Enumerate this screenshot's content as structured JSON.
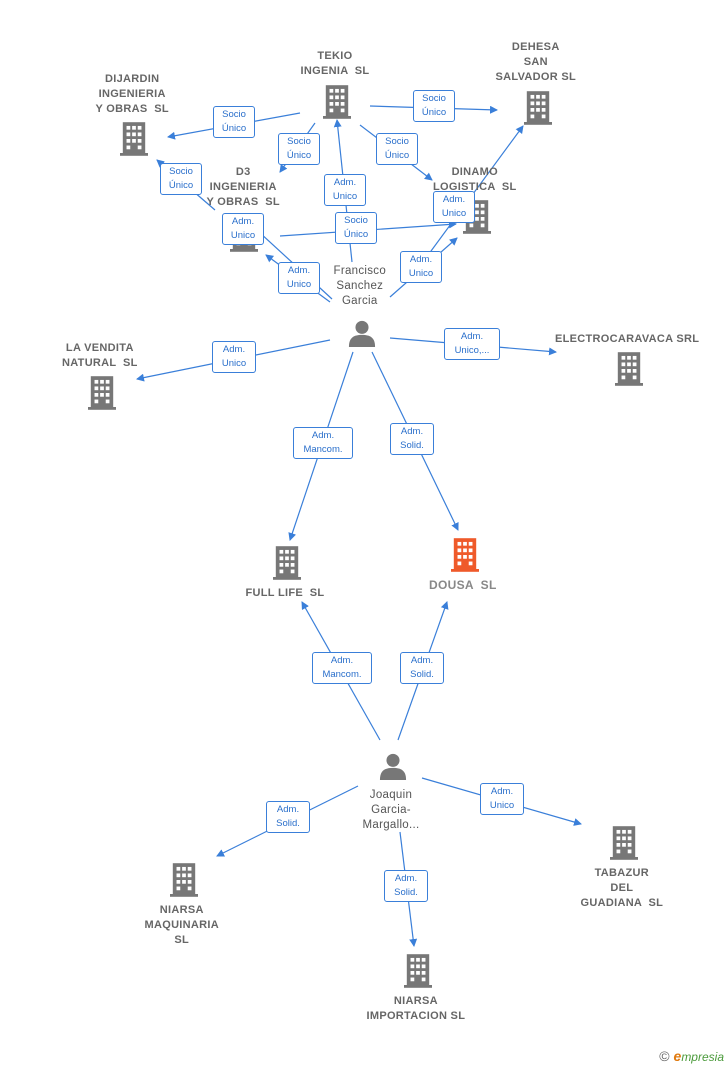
{
  "colors": {
    "company": "#777777",
    "focus": "#ef5a2a",
    "person": "#777777",
    "edge": "#3a7fd9"
  },
  "nodes": [
    {
      "id": "tekio",
      "type": "company",
      "label": "TEKIO\nINGENIA  SL"
    },
    {
      "id": "dehesa",
      "type": "company",
      "label": "DEHESA\nSAN\nSALVADOR SL"
    },
    {
      "id": "dijardin",
      "type": "company",
      "label": "DIJARDIN\nINGENIERIA\nY OBRAS  SL"
    },
    {
      "id": "d3",
      "type": "company",
      "label": "D3\nINGENIERIA\nY OBRAS  SL"
    },
    {
      "id": "dinamo",
      "type": "company",
      "label": "DINAMO\nLOGISTICA  SL"
    },
    {
      "id": "francisco",
      "type": "person",
      "label": "Francisco\nSanchez\nGarcia"
    },
    {
      "id": "vendita",
      "type": "company",
      "label": "LA VENDITA\nNATURAL  SL"
    },
    {
      "id": "electro",
      "type": "company",
      "label": "ELECTROCARAVACA SRL"
    },
    {
      "id": "fulllife",
      "type": "company",
      "label": "FULL LIFE  SL"
    },
    {
      "id": "dousa",
      "type": "focus",
      "label": "DOUSA  SL"
    },
    {
      "id": "joaquin",
      "type": "person",
      "label": "Joaquin\nGarcia-\nMargallo..."
    },
    {
      "id": "niarsa_maq",
      "type": "company",
      "label": "NIARSA\nMAQUINARIA\nSL"
    },
    {
      "id": "niarsa_imp",
      "type": "company",
      "label": "NIARSA\nIMPORTACION SL"
    },
    {
      "id": "tabazur",
      "type": "company",
      "label": "TABAZUR\nDEL\nGUADIANA  SL"
    }
  ],
  "edges": [
    {
      "id": "e1",
      "label": "Socio\nÚnico"
    },
    {
      "id": "e2",
      "label": "Socio\nÚnico"
    },
    {
      "id": "e3",
      "label": "Socio\nÚnico"
    },
    {
      "id": "e4",
      "label": "Socio\nÚnico"
    },
    {
      "id": "e5",
      "label": "Socio\nÚnico"
    },
    {
      "id": "e6",
      "label": "Adm.\nUnico"
    },
    {
      "id": "e7",
      "label": "Adm.\nUnico"
    },
    {
      "id": "e8",
      "label": "Socio\nÚnico"
    },
    {
      "id": "e9",
      "label": "Adm.\nUnico"
    },
    {
      "id": "e10",
      "label": "Adm.\nUnico"
    },
    {
      "id": "e11",
      "label": "Adm.\nUnico"
    },
    {
      "id": "e12",
      "label": "Adm.\nUnico"
    },
    {
      "id": "e13",
      "label": "Adm.\nUnico,..."
    },
    {
      "id": "e14",
      "label": "Adm.\nMancom."
    },
    {
      "id": "e15",
      "label": "Adm.\nSolid."
    },
    {
      "id": "e16",
      "label": "Adm.\nMancom."
    },
    {
      "id": "e17",
      "label": "Adm.\nSolid."
    },
    {
      "id": "e18",
      "label": "Adm.\nSolid."
    },
    {
      "id": "e19",
      "label": "Adm.\nSolid."
    },
    {
      "id": "e20",
      "label": "Adm.\nUnico"
    }
  ],
  "footer": {
    "copyright": "©",
    "brand_initial": "e",
    "brand_rest": "mpresia"
  }
}
